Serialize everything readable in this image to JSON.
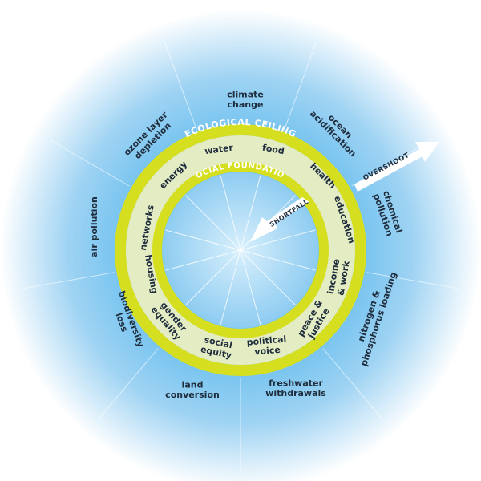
{
  "colors": {
    "sky_center": "#9fd6f5",
    "sky_mid": "#5bb8ee",
    "sky_edge": "#ffffff",
    "ring_yellow": "#d6df1f",
    "ring_fill": "#e3ecc3",
    "label_dark": "#1f2d3d",
    "arrow_white": "#ffffff"
  },
  "rings": {
    "ecological_ceiling_label": "ECOLOGICAL CEILING",
    "social_foundation_label": "SOCIAL FOUNDATION"
  },
  "arrows": {
    "overshoot_label": "OVERSHOOT",
    "shortfall_label": "SHORTFALL"
  },
  "ecological_dimensions": [
    {
      "id": "climate-change",
      "lines": [
        "climate",
        "change"
      ]
    },
    {
      "id": "ocean-acidification",
      "lines": [
        "ocean",
        "acidification"
      ]
    },
    {
      "id": "chemical-pollution",
      "lines": [
        "chemical",
        "pollution"
      ]
    },
    {
      "id": "nitrogen-phosphorus",
      "lines": [
        "nitrogen &",
        "phosphorus loading"
      ]
    },
    {
      "id": "freshwater-withdrawals",
      "lines": [
        "freshwater",
        "withdrawals"
      ]
    },
    {
      "id": "land-conversion",
      "lines": [
        "land",
        "conversion"
      ]
    },
    {
      "id": "biodiversity-loss",
      "lines": [
        "biodiversity",
        "loss"
      ]
    },
    {
      "id": "air-pollution",
      "lines": [
        "air pollution"
      ]
    },
    {
      "id": "ozone-depletion",
      "lines": [
        "ozone layer",
        "depletion"
      ]
    }
  ],
  "social_dimensions": [
    {
      "id": "water",
      "lines": [
        "water"
      ]
    },
    {
      "id": "food",
      "lines": [
        "food"
      ]
    },
    {
      "id": "health",
      "lines": [
        "health"
      ]
    },
    {
      "id": "education",
      "lines": [
        "education"
      ]
    },
    {
      "id": "income-work",
      "lines": [
        "income",
        "& work"
      ]
    },
    {
      "id": "peace-justice",
      "lines": [
        "peace &",
        "justice"
      ]
    },
    {
      "id": "political-voice",
      "lines": [
        "political",
        "voice"
      ]
    },
    {
      "id": "social-equity",
      "lines": [
        "social",
        "equity"
      ]
    },
    {
      "id": "gender-equality",
      "lines": [
        "gender",
        "equality"
      ]
    },
    {
      "id": "housing",
      "lines": [
        "housing"
      ]
    },
    {
      "id": "networks",
      "lines": [
        "networks"
      ]
    },
    {
      "id": "energy",
      "lines": [
        "energy"
      ]
    }
  ]
}
